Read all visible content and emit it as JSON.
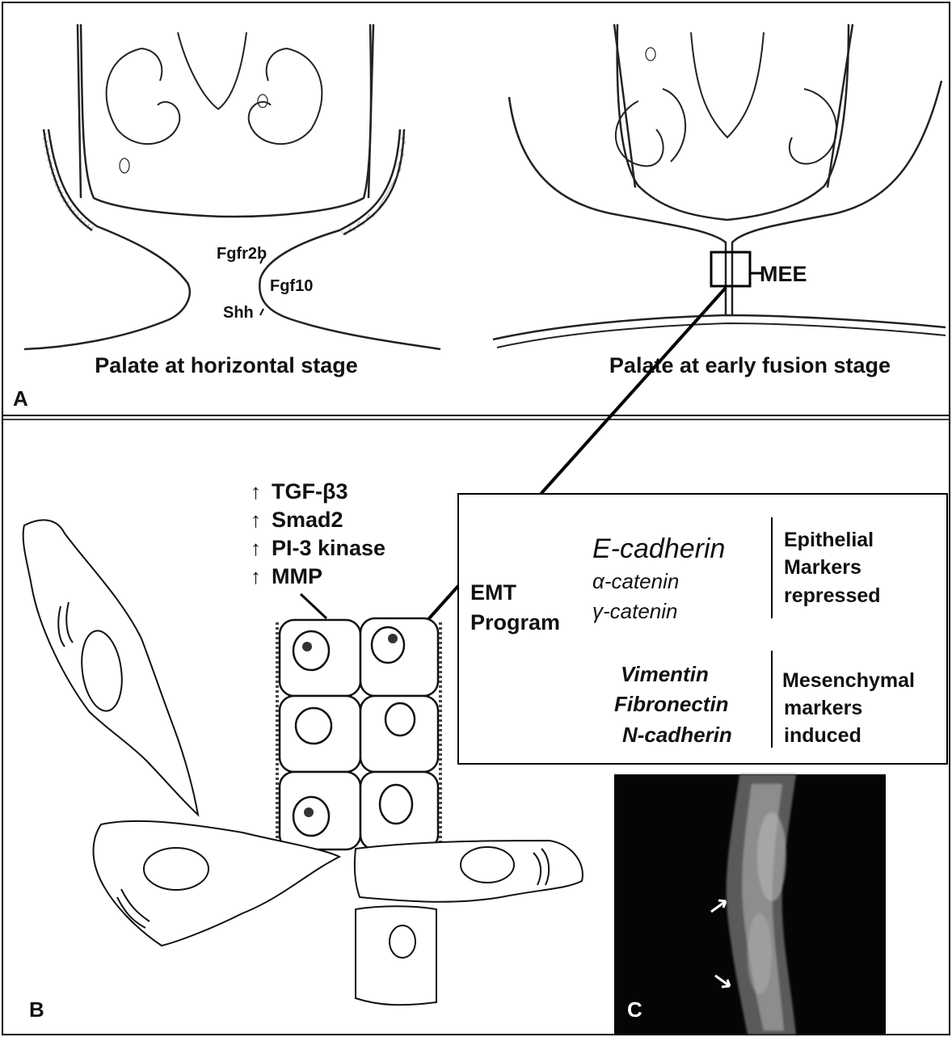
{
  "panel_a": {
    "letter": "A",
    "left_caption": "Palate at horizontal stage",
    "right_caption": "Palate at early fusion stage",
    "genes": {
      "receptor": "Fgfr2b",
      "ligand": "Fgf10",
      "shh": "Shh"
    },
    "mee_label": "MEE"
  },
  "panel_b": {
    "letter": "B",
    "upregulated": [
      "TGF-β3",
      "Smad2",
      "PI-3 kinase",
      "MMP"
    ],
    "up_arrow": "↑",
    "emt_box": {
      "program_line1": "EMT",
      "program_line2": "Program",
      "epithelial_markers": [
        "E-cadherin",
        "α-catenin",
        "γ-catenin"
      ],
      "epithelial_label": [
        "Epithelial",
        "Markers",
        "repressed"
      ],
      "mesenchymal_markers": [
        "Vimentin",
        "Fibronectin",
        "N-cadherin"
      ],
      "mesenchymal_label": [
        "Mesenchymal",
        "markers",
        "induced"
      ]
    }
  },
  "panel_c": {
    "letter": "C"
  }
}
